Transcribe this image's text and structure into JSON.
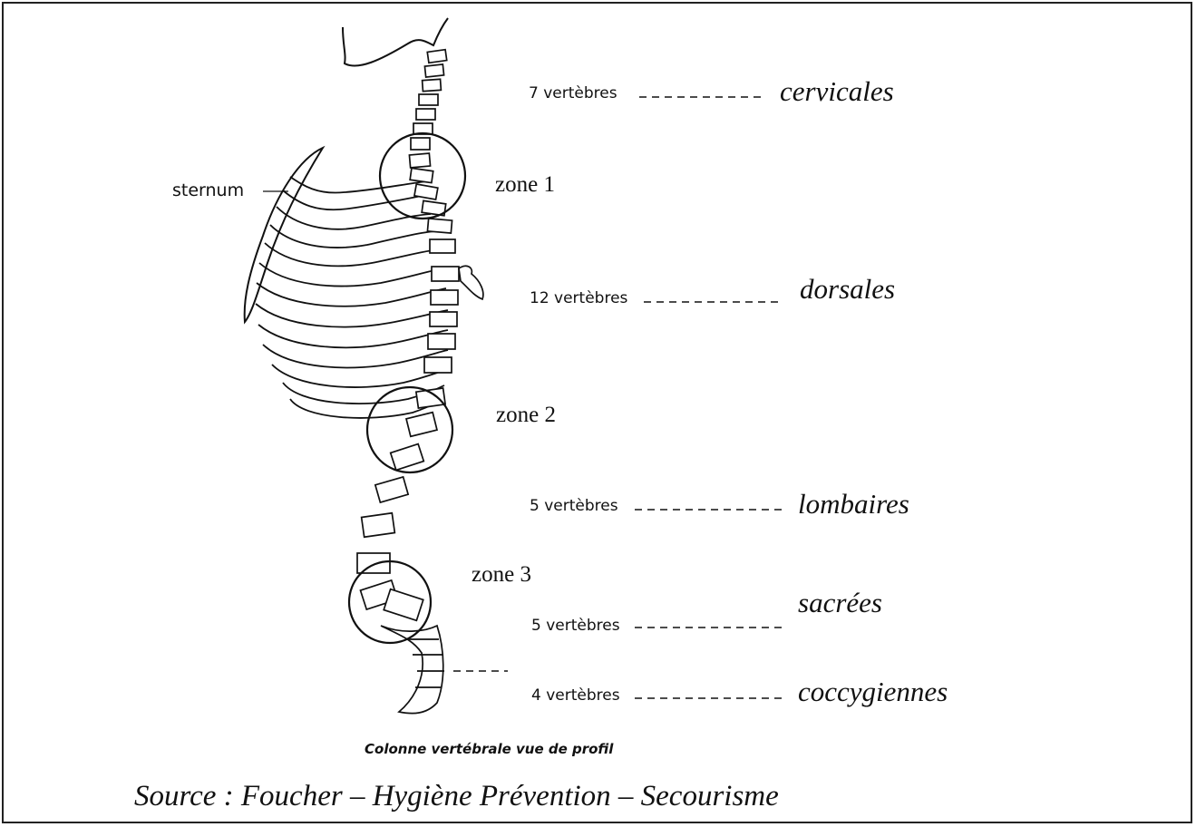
{
  "labels": {
    "sternum": "sternum",
    "zones": [
      "zone 1",
      "zone 2",
      "zone 3"
    ],
    "regions": [
      {
        "count": "7 vertèbres",
        "name": "cervicales"
      },
      {
        "count": "12 vertèbres",
        "name": "dorsales"
      },
      {
        "count": "5 vertèbres",
        "name": "lombaires"
      },
      {
        "count": "5 vertèbres",
        "name": "sacrées"
      },
      {
        "count": "4 vertèbres",
        "name": "coccygiennes"
      }
    ],
    "caption": "Colonne vertébrale vue de profil",
    "source": "Source : Foucher – Hygiène Prévention – Secourisme"
  }
}
